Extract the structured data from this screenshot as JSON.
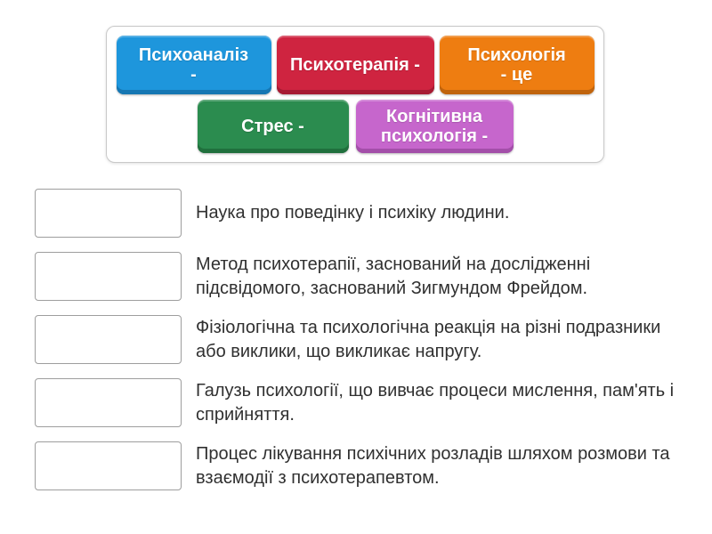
{
  "page": {
    "background_color": "#ffffff",
    "accent_border_color": "#c9c9c9"
  },
  "tiles": [
    {
      "label": "Психоаналіз -",
      "color": "#1e96dc",
      "shade": "#1677b3",
      "text_color": "#ffffff"
    },
    {
      "label": "Психотерапія -",
      "color": "#cf2440",
      "shade": "#a61b33",
      "text_color": "#ffffff"
    },
    {
      "label": "Психологія - це",
      "color": "#ee7d11",
      "shade": "#c0640d",
      "text_color": "#ffffff"
    },
    {
      "label": "Стрес -",
      "color": "#2b8c4f",
      "shade": "#20703d",
      "text_color": "#ffffff"
    },
    {
      "label": "Когнітивна психологія -",
      "color": "#c666cc",
      "shade": "#a34fa9",
      "text_color": "#ffffff"
    }
  ],
  "matches": [
    {
      "definition": "Наука про поведінку і психіку людини."
    },
    {
      "definition": "Метод психотерапії, заснований на дослідженні підсвідомого, заснований Зигмундом Фрейдом."
    },
    {
      "definition": "Фізіологічна та психологічна реакція на різні подразники або виклики, що викликає напругу."
    },
    {
      "definition": "Галузь психології, що вивчає процеси мислення, пам'ять і сприйняття."
    },
    {
      "definition": "Процес лікування психічних розладів шляхом розмови та взаємодії з психотерапевтом."
    }
  ]
}
